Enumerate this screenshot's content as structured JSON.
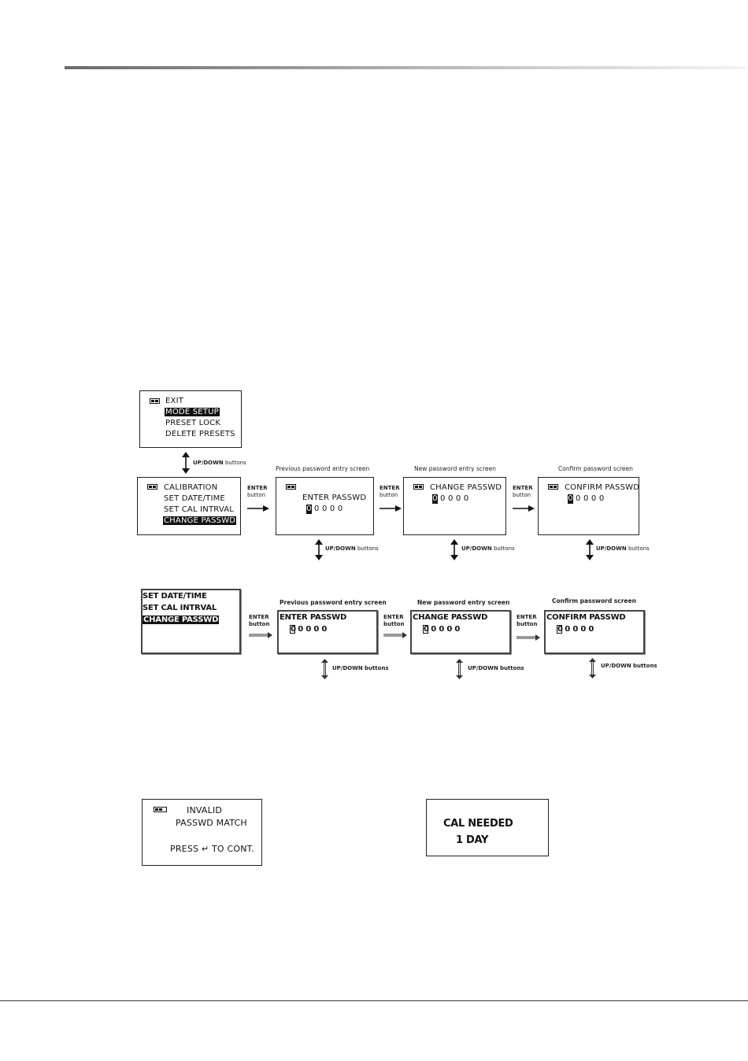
{
  "menu1": {
    "items": [
      "EXIT",
      "MODE SETUP",
      "PRESET LOCK",
      "DELETE PRESETS"
    ]
  },
  "menu2": {
    "items": [
      "CALIBRATION",
      "SET DATE/TIME",
      "SET CAL INTRVAL",
      "CHANGE PASSWD"
    ]
  },
  "updown_label": "UP/DOWN",
  "updown_suffix": "buttons",
  "enter_label": "ENTER",
  "enter_sub": "button",
  "caption_prev": "Previous password entry screen",
  "caption_new": "New password entry screen",
  "caption_confirm": "Confirm password screen",
  "screen_prev": {
    "title": "ENTER PASSWD",
    "digits": "0 0 0 0 0"
  },
  "screen_new": {
    "title": "CHANGE PASSWD",
    "digits": "0 0 0 0 0"
  },
  "screen_confirm": {
    "title": "CONFIRM PASSWD",
    "digits": "0 0 0 0 0"
  },
  "row2": {
    "menu": [
      "SET DATE/TIME",
      "SET CAL INTRVAL",
      "CHANGE PASSWD"
    ],
    "prev_title": "ENTER PASSWD",
    "new_title": "CHANGE PASSWD",
    "confirm_title": "CONFIRM PASSWD",
    "digits": "0 0 0 0 0"
  },
  "invalid": {
    "line1": "INVALID",
    "line2": "PASSWD MATCH",
    "line3": "PRESS ↵ TO CONT."
  },
  "cal": {
    "line1": "CAL NEEDED",
    "line2": "1 DAY"
  }
}
